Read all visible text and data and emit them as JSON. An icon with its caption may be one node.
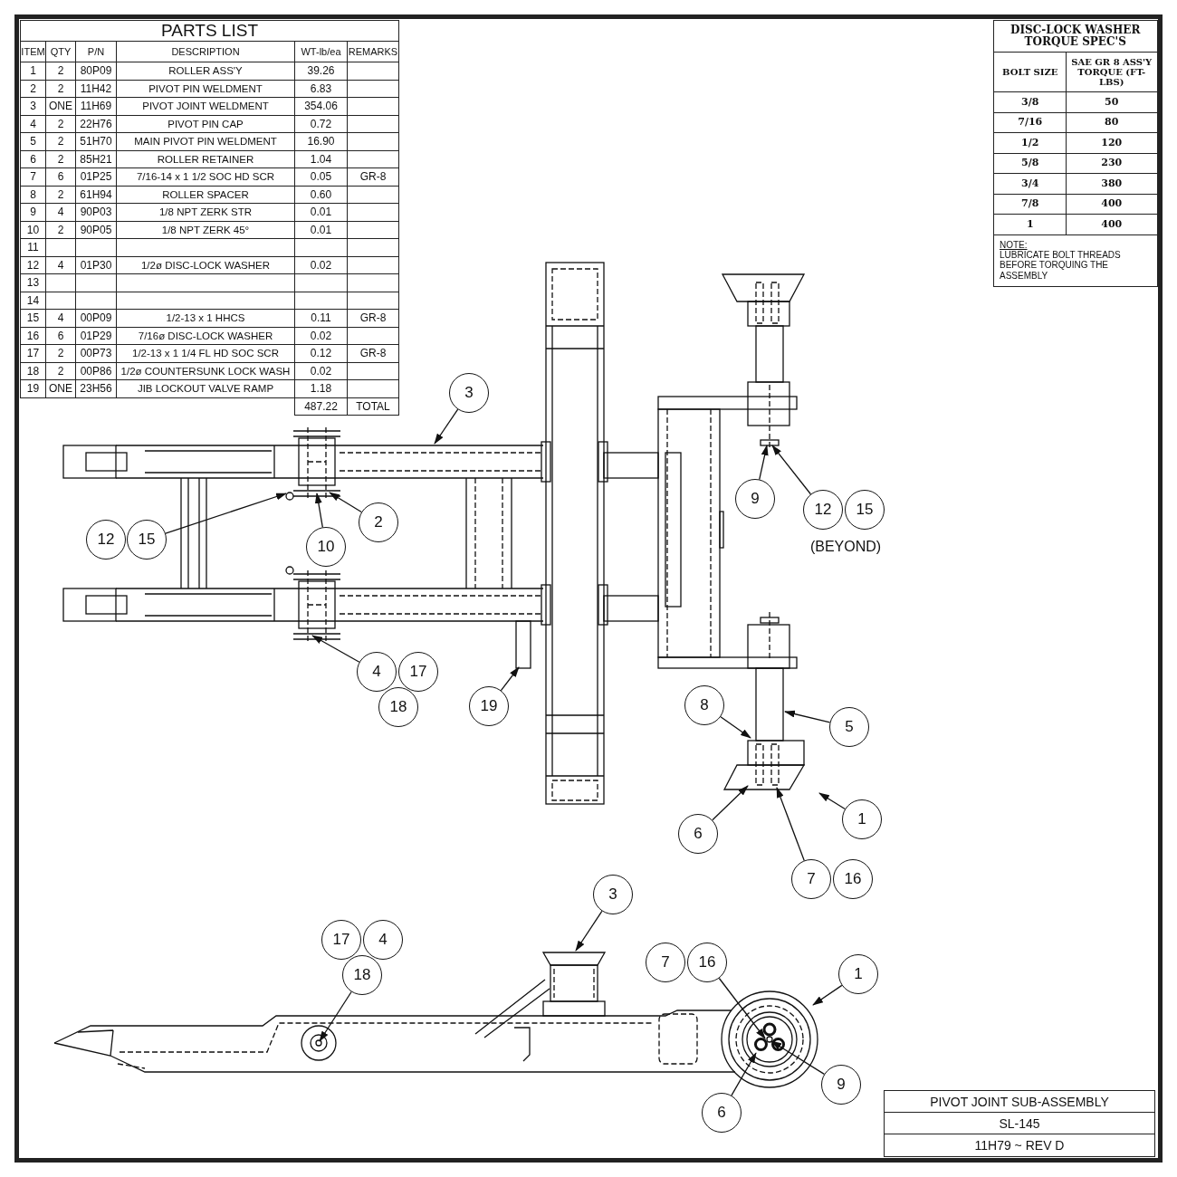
{
  "diagram": {
    "title": "PIVOT JOINT SUB-ASSEMBLY",
    "nodes": [
      {
        "text": [
          "3"
        ]
      },
      {
        "text": [
          "2"
        ]
      },
      {
        "text": [
          "10"
        ]
      },
      {
        "text": [
          "12"
        ]
      },
      {
        "text": [
          "15"
        ]
      },
      {
        "text": [
          "9"
        ]
      },
      {
        "text": [
          "12"
        ],
        "beside": [
          "(BEYOND)"
        ]
      },
      {
        "text": [
          "15"
        ]
      },
      {
        "text": [
          "4"
        ]
      },
      {
        "text": [
          "17"
        ]
      },
      {
        "text": [
          "18"
        ]
      },
      {
        "text": [
          "19"
        ]
      },
      {
        "text": [
          "8"
        ]
      },
      {
        "text": [
          "5"
        ]
      },
      {
        "text": [
          "1"
        ]
      },
      {
        "text": [
          "6"
        ]
      },
      {
        "text": [
          "7"
        ]
      },
      {
        "text": [
          "16"
        ]
      },
      {
        "text": [
          "3"
        ]
      },
      {
        "text": [
          "17"
        ]
      },
      {
        "text": [
          "4"
        ]
      },
      {
        "text": [
          "18"
        ]
      },
      {
        "text": [
          "7"
        ]
      },
      {
        "text": [
          "16"
        ]
      },
      {
        "text": [
          "1"
        ]
      },
      {
        "text": [
          "9"
        ]
      },
      {
        "text": [
          "6"
        ]
      }
    ],
    "edges": [
      {
        "from": 0,
        "to": null,
        "arrow": "to"
      },
      {
        "from": 1,
        "to": null,
        "arrow": "to"
      },
      {
        "from": 2,
        "to": null,
        "arrow": "to"
      },
      {
        "from": 4,
        "to": null,
        "arrow": "to"
      },
      {
        "from": 5,
        "to": null,
        "arrow": "to"
      },
      {
        "from": 6,
        "to": null,
        "arrow": "to"
      },
      {
        "from": 8,
        "to": null,
        "arrow": "to"
      },
      {
        "from": 11,
        "to": null,
        "arrow": "to"
      },
      {
        "from": 12,
        "to": null,
        "arrow": "to"
      },
      {
        "from": 13,
        "to": null,
        "arrow": "to"
      },
      {
        "from": 14,
        "to": null,
        "arrow": "to"
      },
      {
        "from": 15,
        "to": null,
        "arrow": "to"
      },
      {
        "from": 16,
        "to": null,
        "arrow": "to"
      },
      {
        "from": 18,
        "to": null,
        "arrow": "to"
      },
      {
        "from": 21,
        "to": null,
        "arrow": "to"
      },
      {
        "from": 23,
        "to": null,
        "arrow": "to"
      },
      {
        "from": 24,
        "to": null,
        "arrow": "to"
      },
      {
        "from": 25,
        "to": null,
        "arrow": "to"
      },
      {
        "from": 26,
        "to": null,
        "arrow": "to"
      }
    ],
    "labels": [
      "PARTS LIST",
      "ITEM",
      "QTY",
      "P/N",
      "DESCRIPTION",
      "WT-lb/ea",
      "REMARKS",
      "1",
      "2",
      "80P09",
      "ROLLER ASS'Y",
      "39.26",
      "2",
      "2",
      "11H42",
      "PIVOT PIN WELDMENT",
      "6.83",
      "3",
      "ONE",
      "11H69",
      "PIVOT JOINT WELDMENT",
      "354.06",
      "4",
      "2",
      "22H76",
      "PIVOT PIN CAP",
      "0.72",
      "5",
      "2",
      "51H70",
      "MAIN PIVOT PIN WELDMENT",
      "16.90",
      "6",
      "2",
      "85H21",
      "ROLLER RETAINER",
      "1.04",
      "7",
      "6",
      "01P25",
      "7/16-14 x 1 1/2 SOC HD SCR",
      "0.05",
      "GR-8",
      "8",
      "2",
      "61H94",
      "ROLLER SPACER",
      "0.60",
      "9",
      "4",
      "90P03",
      "1/8 NPT ZERK STR",
      "0.01",
      "10",
      "2",
      "90P05",
      "1/8 NPT ZERK 45°",
      "0.01",
      "11",
      "12",
      "4",
      "01P30",
      "1/2ø DISC-LOCK WASHER",
      "0.02",
      "13",
      "14",
      "15",
      "4",
      "00P09",
      "1/2-13 x 1 HHCS",
      "0.11",
      "GR-8",
      "16",
      "6",
      "01P29",
      "7/16ø DISC-LOCK WASHER",
      "0.02",
      "17",
      "2",
      "00P73",
      "1/2-13 x 1 1/4 FL HD SOC SCR",
      "0.12",
      "GR-8",
      "18",
      "2",
      "00P86",
      "1/2ø COUNTERSUNK LOCK WASH",
      "0.02",
      "19",
      "ONE",
      "23H56",
      "JIB LOCKOUT VALVE RAMP",
      "1.18",
      "487.22",
      "TOTAL",
      "DISC-LOCK WASHER TORQUE SPEC'S",
      "BOLT SIZE",
      "SAE GR 8 ASS'Y TORQUE (FT-LBS)",
      "3/8",
      "50",
      "7/16",
      "80",
      "1/2",
      "120",
      "5/8",
      "230",
      "3/4",
      "380",
      "7/8",
      "400",
      "1",
      "400",
      "NOTE:",
      "LUBRICATE BOLT THREADS BEFORE TORQUING THE ASSEMBLY",
      "SL-145",
      "11H79 ~ REV D"
    ]
  }
}
